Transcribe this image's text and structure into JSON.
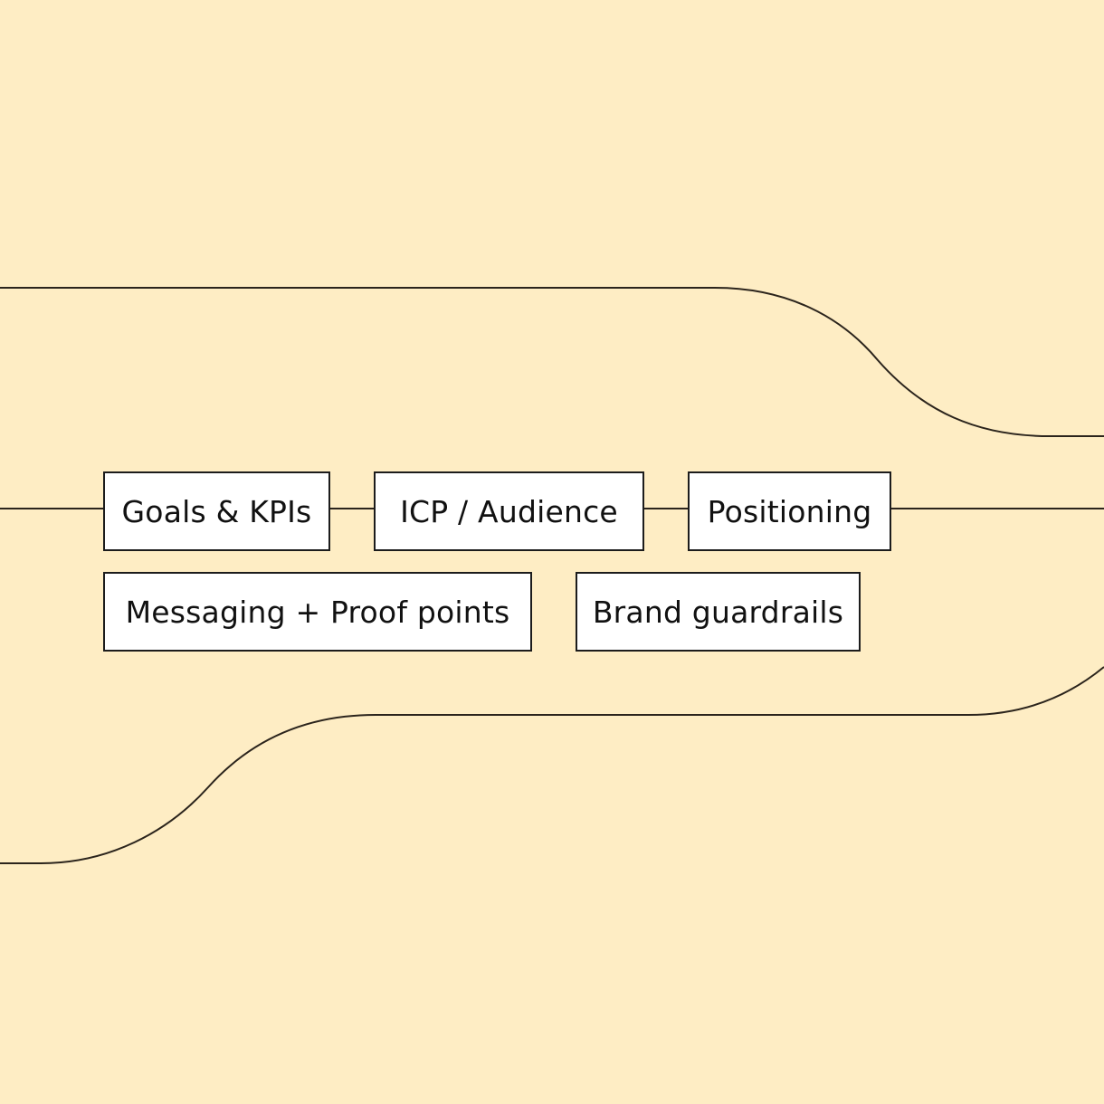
{
  "colors": {
    "background": "#FEEDC4",
    "line": "#2B241C",
    "node_fill": "#FFFFFF",
    "node_border": "#1C1C1C",
    "text": "#111111"
  },
  "nodes": {
    "goals": "Goals & KPIs",
    "icp": "ICP / Audience",
    "positioning": "Positioning",
    "messaging": "Messaging + Proof points",
    "brand": "Brand guardrails"
  }
}
